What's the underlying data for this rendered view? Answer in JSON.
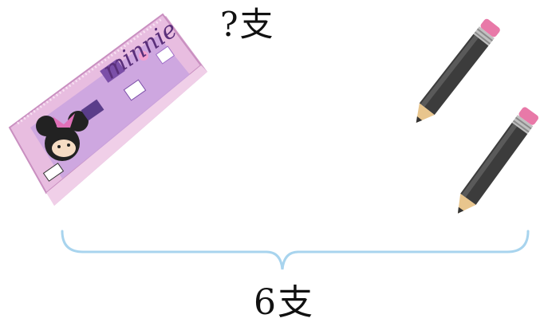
{
  "question_label": "?支",
  "total_label": "6支",
  "pencil_case": {
    "brand_text": "minnie"
  },
  "colors": {
    "brace": "#a8d4ee",
    "case_pink": "#e6b6dc",
    "case_purple": "#b78bd0",
    "pencil_body": "#3c3c3c",
    "pencil_eraser": "#e879a8",
    "pencil_wood": "#e8c58d"
  }
}
